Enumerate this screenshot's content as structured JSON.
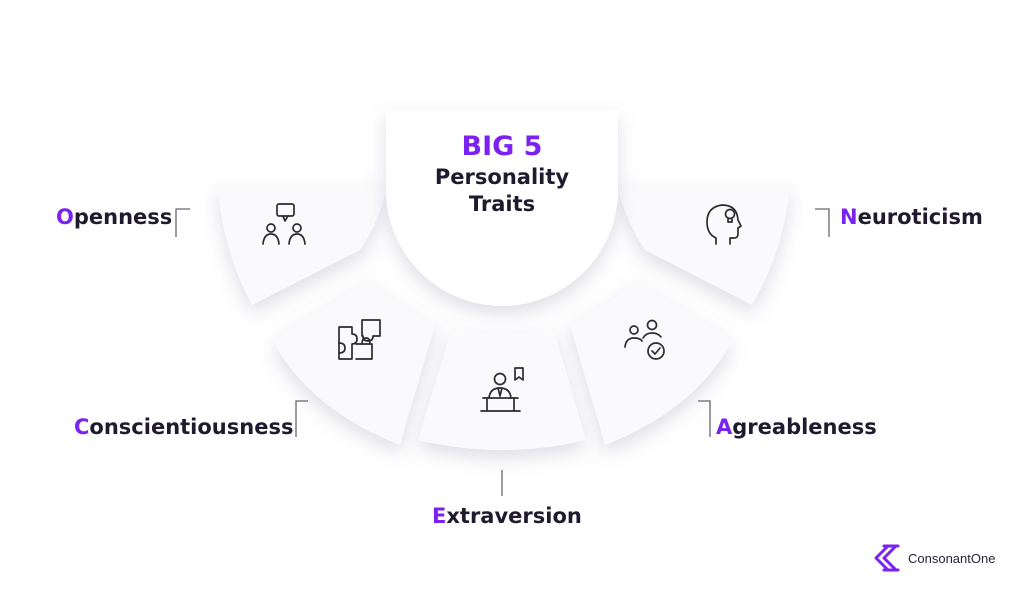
{
  "title": {
    "main": "BIG 5",
    "line1": "Personality",
    "line2": "Traits"
  },
  "traits": [
    {
      "first": "O",
      "rest": "penness"
    },
    {
      "first": "C",
      "rest": "onscientiousness"
    },
    {
      "first": "E",
      "rest": "xtraversion"
    },
    {
      "first": "A",
      "rest": "greableness"
    },
    {
      "first": "N",
      "rest": "euroticism"
    }
  ],
  "icons": [
    "people-chat-icon",
    "puzzle-icon",
    "speaker-podium-icon",
    "people-check-icon",
    "head-lightbulb-icon"
  ],
  "brand": {
    "name": "ConsonantOne"
  },
  "colors": {
    "accent": "#7a22f2",
    "text": "#1f1a2e",
    "icon": "#2b2b33",
    "segment": "#fafafc"
  }
}
